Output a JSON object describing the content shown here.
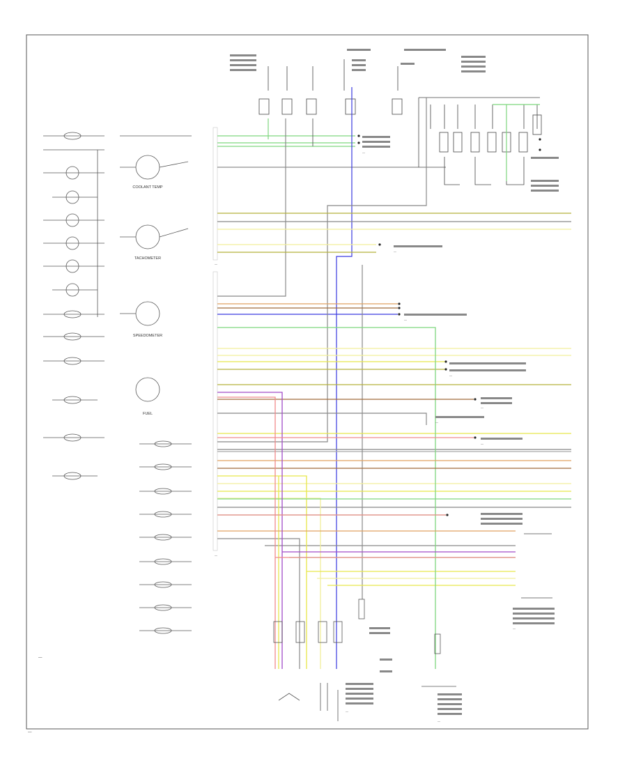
{
  "diagram": {
    "footer_code": "—",
    "cluster_label": "—",
    "left_devices": [
      "—",
      "—",
      "—",
      "—",
      "—",
      "—",
      "—",
      "—",
      "—",
      "—",
      "—",
      "—",
      "—"
    ],
    "gauges": [
      "COOLANT TEMP",
      "TACHOMETER",
      "SPEEDOMETER",
      "FUEL"
    ],
    "lower_indicators": [
      "—",
      "—",
      "—",
      "—",
      "—",
      "—",
      "—",
      "—",
      "—"
    ],
    "connector_labels": [
      "—",
      "—"
    ],
    "right_labels": [
      "—",
      "—",
      "—",
      "—",
      "—",
      "—",
      "—",
      "—"
    ],
    "bottom_labels": [
      "—",
      "—"
    ]
  },
  "colors": {
    "green": "#7ed67e",
    "yellow": "#e8e64a",
    "lightyellow": "#f2ef9a",
    "olive": "#b5b03a",
    "blue": "#3a3ae0",
    "purple": "#a04ac8",
    "pink": "#f08a8a",
    "orange": "#e0a060",
    "brown": "#a06a3a",
    "gray": "#888888",
    "black": "#222222"
  }
}
